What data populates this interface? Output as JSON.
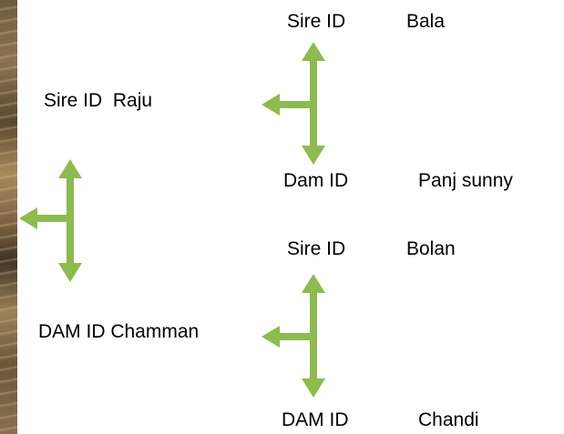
{
  "colors": {
    "arrow": "#8cbb4e",
    "text": "#000000"
  },
  "labels": {
    "sire_raju": "Sire ID  Raju",
    "dam_chamman": "DAM ID Chamman",
    "top_sire_caption": "Sire ID",
    "top_sire_name": "Bala",
    "top_dam_caption": "Dam ID",
    "top_dam_name": "Panj sunny",
    "bottom_sire_caption": "Sire ID",
    "bottom_sire_name": "Bolan",
    "bottom_dam_caption": "DAM ID",
    "bottom_dam_name": "Chandi"
  }
}
